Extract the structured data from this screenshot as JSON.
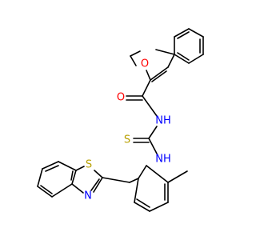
{
  "atoms": {
    "O_furan": {
      "label": "O",
      "color": "#ff0000"
    },
    "O_carbonyl": {
      "label": "O",
      "color": "#ff0000"
    },
    "N_amide": {
      "label": "NH",
      "color": "#0000ff"
    },
    "S_thio": {
      "label": "S",
      "color": "#b8a000"
    },
    "N_thio": {
      "label": "NH",
      "color": "#0000ff"
    },
    "S_thiazole": {
      "label": "S",
      "color": "#b8a000"
    },
    "N_thiazole": {
      "label": "N",
      "color": "#0000ff"
    }
  }
}
